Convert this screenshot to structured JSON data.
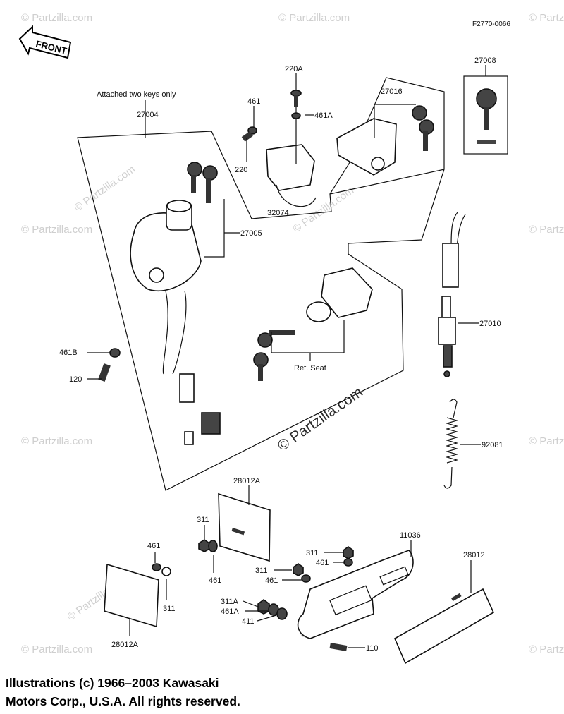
{
  "figure_code": "F2770-0066",
  "front_label": "FRONT",
  "annotations": {
    "attached_note": "Attached two keys only",
    "ref_seat": "Ref. Seat"
  },
  "callouts": {
    "p27008": "27008",
    "p27004": "27004",
    "p220A": "220A",
    "p461_top": "461",
    "p461A_top": "461A",
    "p27016": "27016",
    "p220": "220",
    "p32074": "32074",
    "p27005": "27005",
    "p27010": "27010",
    "p461B": "461B",
    "p120": "120",
    "p92081": "92081",
    "p28012A_top": "28012A",
    "p311_a": "311",
    "p461_mid": "461",
    "p11036": "11036",
    "p311_b": "311",
    "p461_b": "461",
    "p28012": "28012",
    "p461_left": "461",
    "p311_left": "311",
    "p311_c": "311",
    "p461_c": "461",
    "p311A": "311A",
    "p461A_bottom": "461A",
    "p411": "411",
    "p110": "110",
    "p28012A_bottom": "28012A"
  },
  "watermarks": {
    "small": "© Partzilla.com",
    "center": "© Partzilla.com"
  },
  "copyright": {
    "line1": "Illustrations (c) 1966–2003 Kawasaki",
    "line2": "Motors Corp., U.S.A.  All rights reserved."
  }
}
